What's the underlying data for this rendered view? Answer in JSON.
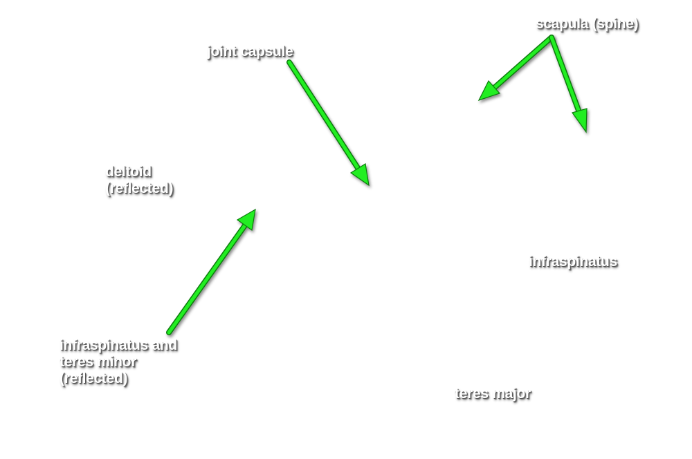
{
  "labels": {
    "joint_capsule": "joint capsule",
    "scapula_spine": "scapula (spine)",
    "deltoid_line1": "deltoid",
    "deltoid_line2": "(reflected)",
    "infraspinatus": "infraspinatus",
    "infra_teres_line1": "infraspinatus and",
    "infra_teres_line2": "teres minor",
    "infra_teres_line3": "(reflected)",
    "teres_major": "teres major"
  },
  "colors": {
    "arrow_fill": "#22ee22",
    "arrow_outline": "#0a7a0a",
    "label_text": "#ffffff",
    "background": "#ffffff"
  }
}
